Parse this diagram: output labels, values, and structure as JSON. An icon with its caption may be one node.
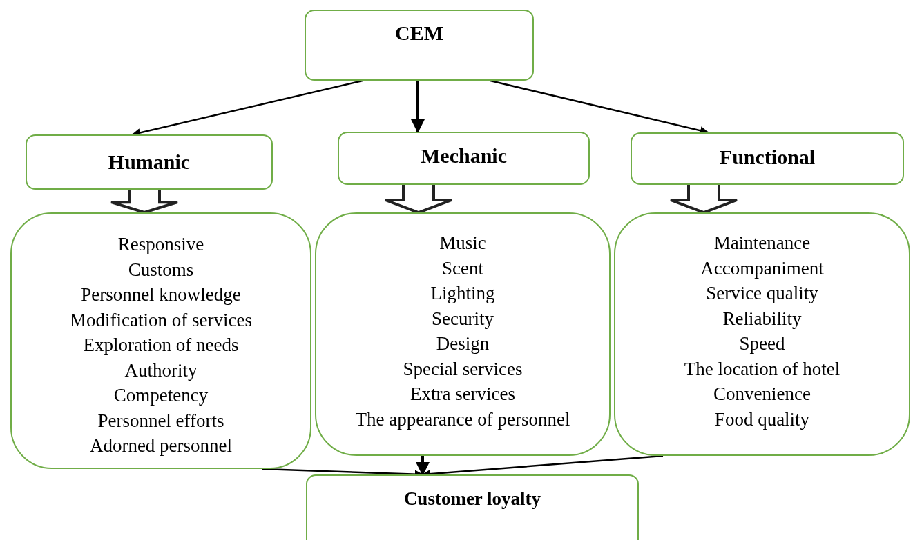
{
  "diagram": {
    "nodes": [
      {
        "text": [
          "CEM"
        ]
      },
      {
        "text": [
          "Humanic"
        ]
      },
      {
        "text": [
          "Mechanic"
        ]
      },
      {
        "text": [
          "Functional"
        ]
      },
      {
        "text": [
          "Responsive",
          "Customs",
          "Personnel knowledge",
          "Modification of services",
          "Exploration of needs",
          "Authority",
          "Competency",
          "Personnel efforts",
          "Adorned personnel"
        ]
      },
      {
        "text": [
          "Music",
          "Scent",
          "Lighting",
          "Security",
          "Design",
          "Special services",
          "Extra services",
          "The appearance of personnel"
        ]
      },
      {
        "text": [
          "Maintenance",
          "Accompaniment",
          "Service quality",
          "Reliability",
          "Speed",
          "The location of hotel",
          "Convenience",
          "Food quality"
        ]
      },
      {
        "text": [
          "Customer loyalty"
        ]
      }
    ],
    "edges": [
      {
        "from": 0,
        "to": 1,
        "arrow": "to"
      },
      {
        "from": 0,
        "to": 2,
        "arrow": "to"
      },
      {
        "from": 0,
        "to": 3,
        "arrow": "to"
      },
      {
        "from": 1,
        "to": 4,
        "arrow": "to",
        "style": "thick"
      },
      {
        "from": 2,
        "to": 5,
        "arrow": "to",
        "style": "thick"
      },
      {
        "from": 3,
        "to": 6,
        "arrow": "to",
        "style": "thick"
      },
      {
        "from": 4,
        "to": 7,
        "arrow": "to"
      },
      {
        "from": 5,
        "to": 7,
        "arrow": "to"
      },
      {
        "from": 6,
        "to": 7,
        "arrow": "to"
      }
    ]
  }
}
